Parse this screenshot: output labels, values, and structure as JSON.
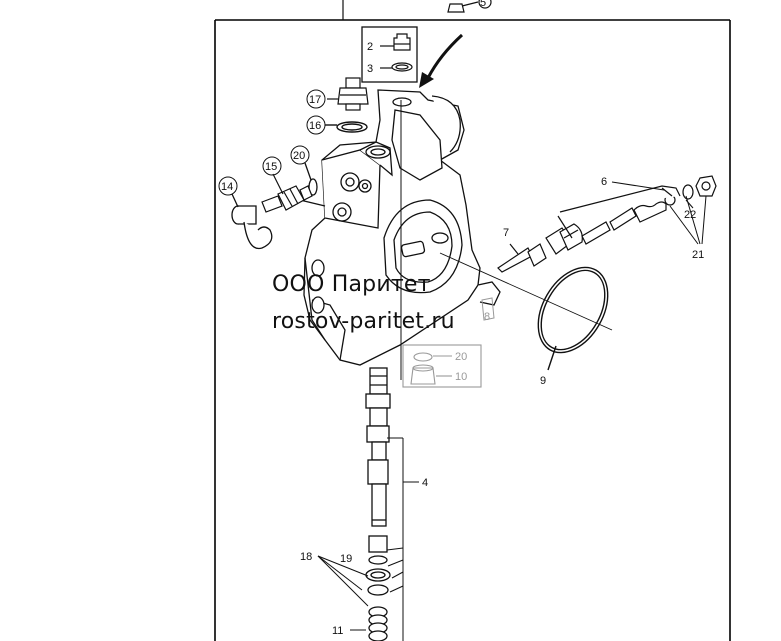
{
  "watermark": {
    "company": "ООО Паритет",
    "site": "rostov-paritet.ru"
  },
  "callouts": {
    "c2": "2",
    "c3": "3",
    "c4": "4",
    "c5": "5",
    "c6": "6",
    "c7": "7",
    "c8": "8",
    "c9": "9",
    "c10": "10",
    "c11": "11",
    "c14": "14",
    "c15": "15",
    "c16": "16",
    "c17": "17",
    "c18": "18",
    "c19": "19",
    "c20a": "20",
    "c20b": "20",
    "c21": "21",
    "c22": "22"
  },
  "colors": {
    "line": "#111111",
    "faded": "#9a9a9a",
    "frame": "#000000"
  }
}
